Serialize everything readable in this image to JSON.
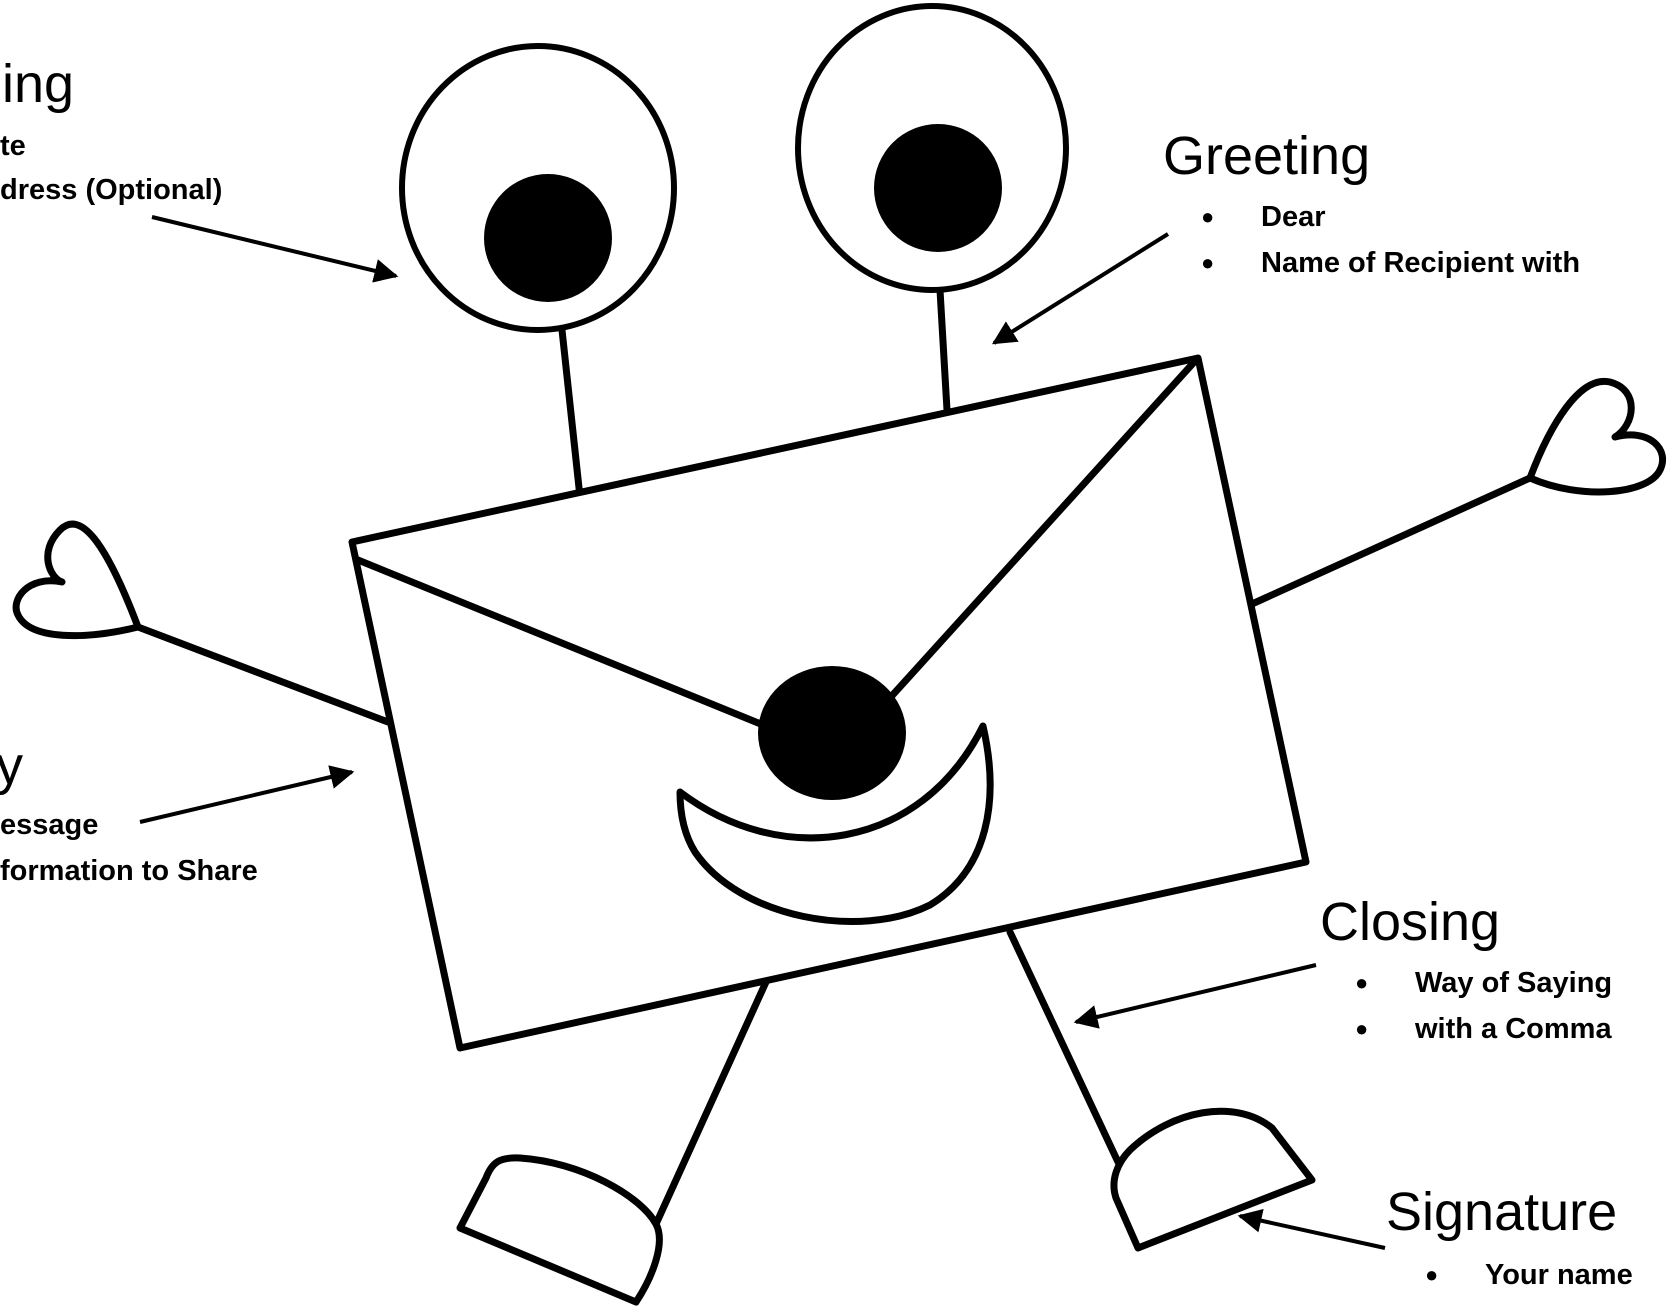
{
  "heading_section": {
    "title": "ing",
    "lines": [
      "te",
      "dress (Optional)"
    ]
  },
  "greeting_section": {
    "title": "Greeting",
    "items": [
      "Dear",
      "Name of Recipient with"
    ]
  },
  "body_section": {
    "title": "y",
    "lines": [
      "essage",
      "formation to Share"
    ]
  },
  "closing_section": {
    "title": "Closing",
    "items": [
      "Way of Saying",
      "with a Comma"
    ]
  },
  "signature_section": {
    "title": "Signature",
    "items": [
      "Your name"
    ]
  },
  "colors": {
    "ink": "#000000",
    "background": "#ffffff"
  }
}
